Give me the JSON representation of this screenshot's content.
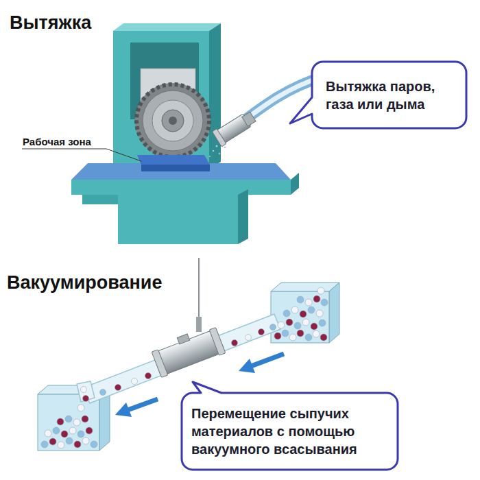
{
  "diagram": {
    "nodes": [
      {
        "text": [
          "Вытяжка паров, газа или дыма"
        ]
      },
      {
        "text": [
          "Перемещение сыпучих материалов с помощью вакуумного всасывания"
        ]
      }
    ],
    "labels": [
      "Вытяжка",
      "Рабочая зона",
      "Вакуумирование"
    ]
  }
}
